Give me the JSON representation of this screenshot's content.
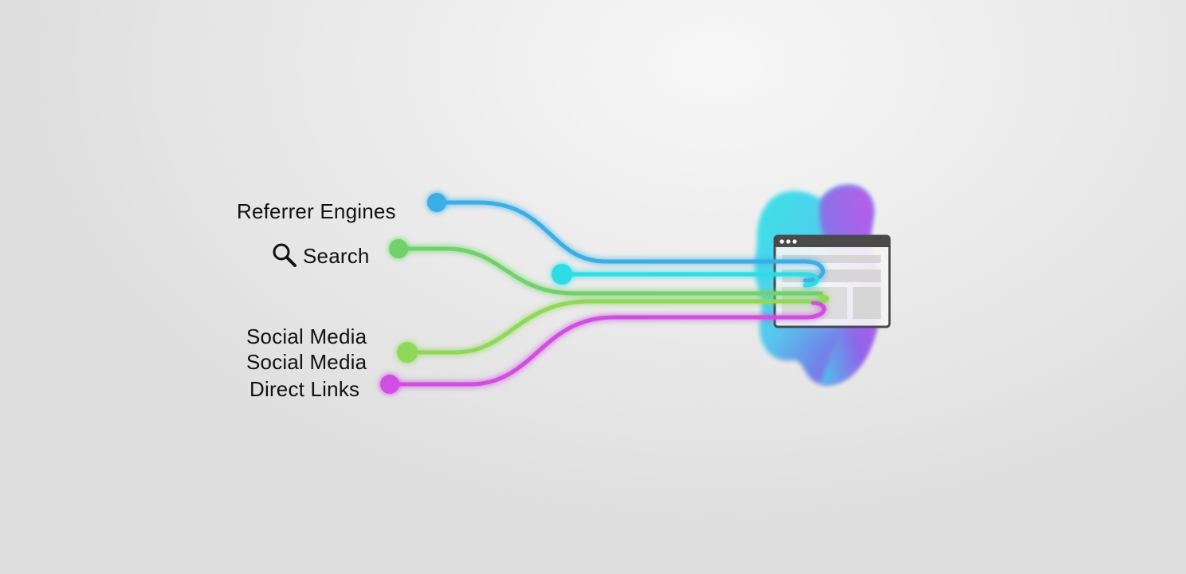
{
  "sources": [
    {
      "id": "referrer",
      "label": "Referrer Engines",
      "color": "#3aaee6"
    },
    {
      "id": "search",
      "label": "Search",
      "color": "#6fd26a",
      "icon": "search-icon"
    },
    {
      "id": "unlabeled",
      "label": "",
      "color": "#2fdde3"
    },
    {
      "id": "social-1",
      "label": "Social Media",
      "color": "#8fd85a"
    },
    {
      "id": "social-2",
      "label": "Social Media",
      "color": "#8fd85a"
    },
    {
      "id": "direct",
      "label": "Direct Links",
      "color": "#cf4fe0"
    }
  ],
  "destination": {
    "icon": "browser-window-icon",
    "blob_colors": [
      "#2ee6e6",
      "#cc44e6",
      "#5b7de8"
    ]
  }
}
